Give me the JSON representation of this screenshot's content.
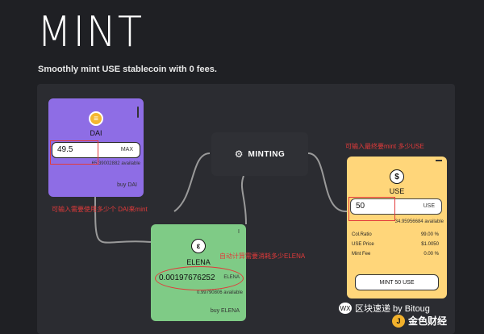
{
  "header": {
    "title": "MINT",
    "subtitle": "Smoothly mint USE stablecoin with 0 fees."
  },
  "dai_card": {
    "token": "DAI",
    "icon": "dai-coin-icon",
    "input_value": "49.5",
    "max_label": "MAX",
    "available": "65.39002882 available",
    "buy_label": "buy DAI"
  },
  "minting_node": {
    "label": "MINTING",
    "icon": "gear-icon"
  },
  "elena_card": {
    "token": "ELENA",
    "icon": "elena-coin-icon",
    "input_value": "0.00197676252",
    "unit_label": "ELENA",
    "available": "0.99790806 available",
    "buy_label": "buy ELENA",
    "handle_label": "I"
  },
  "use_card": {
    "token": "USE",
    "icon": "use-coin-icon",
    "input_value": "50",
    "unit_label": "USE",
    "available": "34.95956684 available",
    "stats": [
      {
        "label": "Col.Ratio",
        "value": "99.00 %"
      },
      {
        "label": "USE Price",
        "value": "$1.0050"
      },
      {
        "label": "Mint Fee",
        "value": "0.00 %"
      }
    ],
    "mint_button": "MINT 50 USE"
  },
  "annotations": {
    "use_note": "可输入最终要mint 多少USE",
    "dai_note": "可输入需要使用多少个 DAI来mint",
    "elena_note": "自动计算需要消耗多少ELENA"
  },
  "watermark": {
    "line1": "区块速递 by Bitoug",
    "line2": "金色财经",
    "wechat_glyph": "WX",
    "logo_glyph": "J"
  },
  "colors": {
    "dai_card": "#8e6de5",
    "elena_card": "#7fcb86",
    "use_card": "#ffd67a",
    "annotation_red": "#e23a3a",
    "background": "#1f2024"
  }
}
